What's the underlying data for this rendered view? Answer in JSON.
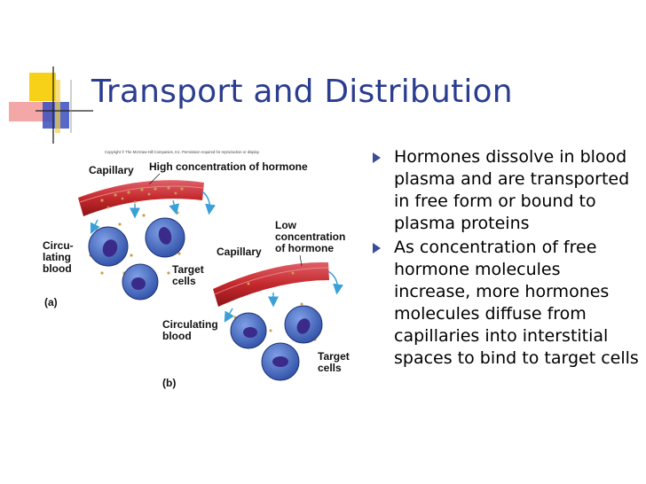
{
  "slide": {
    "title": "Transport and Distribution",
    "bullets": [
      "Hormones dissolve in blood plasma and are transported in free form or bound to plasma proteins",
      "As concentration of free hormone molecules increase, more hormones molecules diffuse from capillaries into interstitial spaces to bind to target cells"
    ]
  },
  "figure": {
    "copyright": "Copyright © The McGraw-Hill Companies, Inc. Permission required for reproduction or display.",
    "panel_a": {
      "capillary": "Capillary",
      "high_concentration": "High concentration of hormone",
      "circulating_blood": [
        "Circu-",
        "lating",
        "blood"
      ],
      "target_cells": [
        "Target",
        "cells"
      ],
      "letter": "(a)"
    },
    "panel_b": {
      "capillary": "Capillary",
      "low_concentration": [
        "Low",
        "concentration",
        "of hormone"
      ],
      "circulating_blood": [
        "Circulating",
        "blood"
      ],
      "target_cells": [
        "Target",
        "cells"
      ],
      "letter": "(b)"
    }
  },
  "colors": {
    "title": "#2a3d8f",
    "bullet": "#3a4c9a",
    "capillary": "#c4282c",
    "cell": "#3b5bb0",
    "nucleus": "#3a2a8a",
    "hormone": "#c9a050",
    "arrow": "#3aa0d8"
  }
}
